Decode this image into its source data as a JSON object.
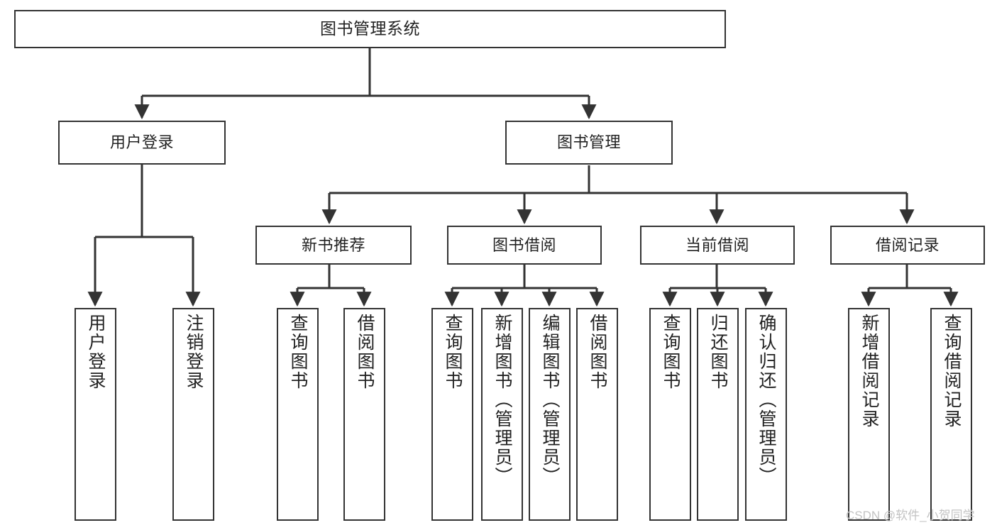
{
  "diagram": {
    "type": "tree-hierarchy-flowchart",
    "title": "图书管理系统",
    "watermark": "CSDN @软件_小贺同学",
    "colors": {
      "stroke": "#333333",
      "fill": "#ffffff",
      "text": "#222222",
      "watermark": "#c3c3c3"
    },
    "levels": {
      "root": {
        "label": "图书管理系统"
      },
      "level2": [
        {
          "id": "user-login",
          "label": "用户登录"
        },
        {
          "id": "book-manage",
          "label": "图书管理"
        }
      ],
      "level3": [
        {
          "id": "new-book-recommend",
          "label": "新书推荐",
          "parent": "book-manage"
        },
        {
          "id": "book-borrow",
          "label": "图书借阅",
          "parent": "book-manage"
        },
        {
          "id": "current-borrow",
          "label": "当前借阅",
          "parent": "book-manage"
        },
        {
          "id": "borrow-record",
          "label": "借阅记录",
          "parent": "book-manage"
        }
      ],
      "leaves": [
        {
          "id": "leaf-user-login",
          "label": "用户登录",
          "parent": "user-login"
        },
        {
          "id": "leaf-logout-login",
          "label": "注销登录",
          "parent": "user-login"
        },
        {
          "id": "leaf-query-book-1",
          "label": "查询图书",
          "parent": "new-book-recommend"
        },
        {
          "id": "leaf-borrow-book-1",
          "label": "借阅图书",
          "parent": "new-book-recommend"
        },
        {
          "id": "leaf-query-book-2",
          "label": "查询图书",
          "parent": "book-borrow"
        },
        {
          "id": "leaf-add-book",
          "label": "新增图书（管理员）",
          "parent": "book-borrow"
        },
        {
          "id": "leaf-edit-book",
          "label": "编辑图书（管理员）",
          "parent": "book-borrow"
        },
        {
          "id": "leaf-borrow-book-2",
          "label": "借阅图书",
          "parent": "book-borrow"
        },
        {
          "id": "leaf-query-book-3",
          "label": "查询图书",
          "parent": "current-borrow"
        },
        {
          "id": "leaf-return-book",
          "label": "归还图书",
          "parent": "current-borrow"
        },
        {
          "id": "leaf-confirm-return",
          "label": "确认归还（管理员）",
          "parent": "current-borrow"
        },
        {
          "id": "leaf-add-record",
          "label": "新增借阅记录",
          "parent": "borrow-record"
        },
        {
          "id": "leaf-query-record",
          "label": "查询借阅记录",
          "parent": "borrow-record"
        }
      ]
    }
  }
}
